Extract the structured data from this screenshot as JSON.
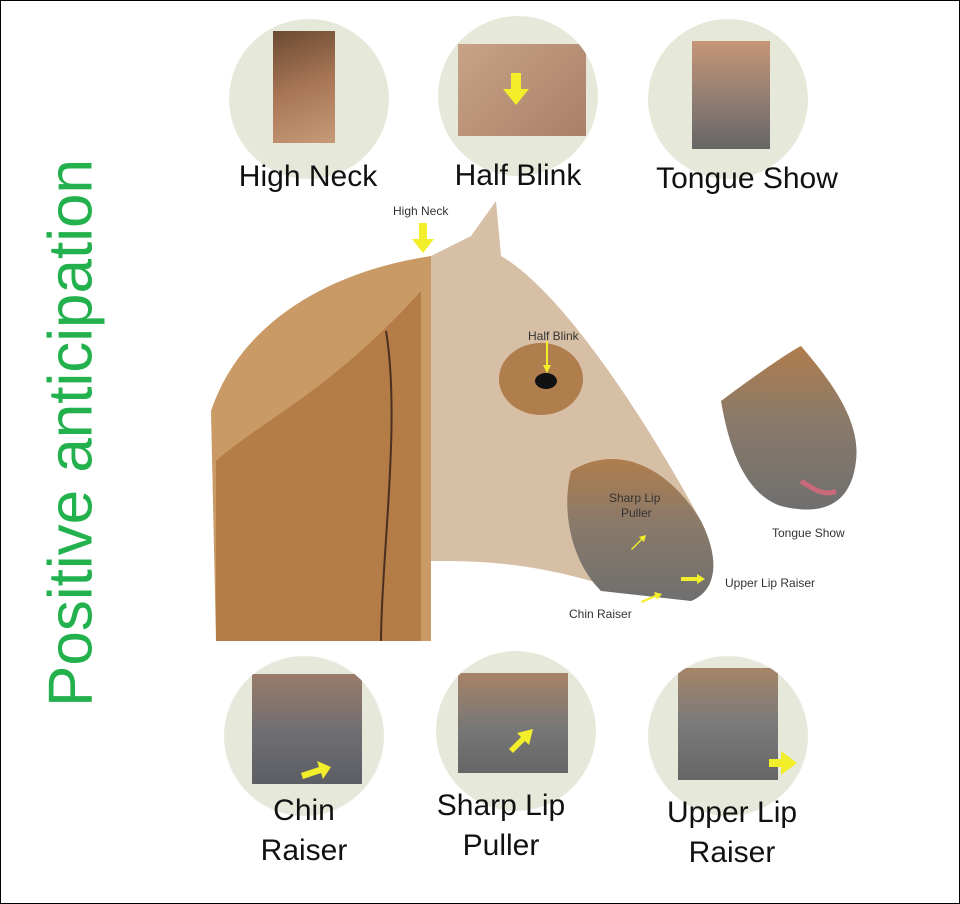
{
  "title": "Positive anticipation",
  "colors": {
    "title": "#22b14c",
    "arrow": "#f2ee2a",
    "circle": "#e6e9da"
  },
  "top_panels": [
    {
      "label": "High Neck"
    },
    {
      "label": "Half Blink"
    },
    {
      "label": "Tongue Show"
    }
  ],
  "bottom_panels": [
    {
      "line1": "Chin",
      "line2": "Raiser"
    },
    {
      "line1": "Sharp Lip",
      "line2": "Puller"
    },
    {
      "line1": "Upper Lip",
      "line2": "Raiser"
    }
  ],
  "illustration_labels": {
    "high_neck": "High Neck",
    "half_blink": "Half Blink",
    "sharp_lip_puller_1": "Sharp Lip",
    "sharp_lip_puller_2": "Puller",
    "upper_lip_raiser": "Upper Lip Raiser",
    "chin_raiser": "Chin Raiser",
    "tongue_show": "Tongue Show"
  }
}
